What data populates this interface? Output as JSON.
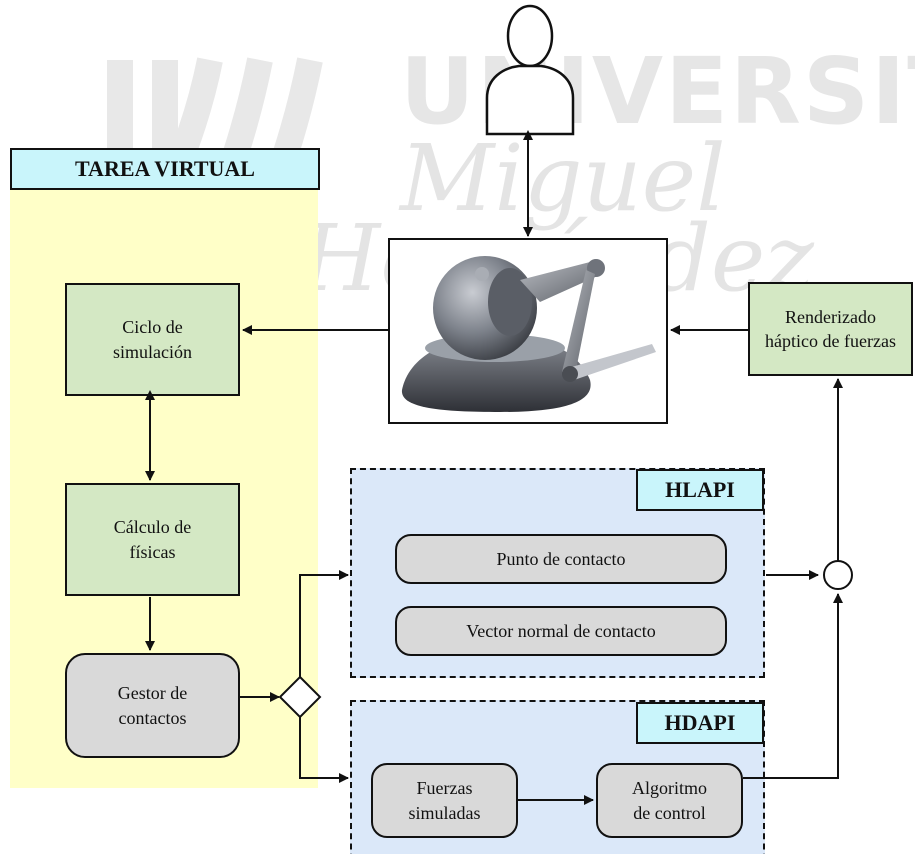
{
  "watermark": {
    "line1": "UNIVERSITAS",
    "line2": "Miguel",
    "line3": "Hernández"
  },
  "tarea_virtual": {
    "title": "TAREA VIRTUAL",
    "ciclo": [
      "Ciclo de",
      "simulación"
    ],
    "calculo": [
      "Cálculo de",
      "físicas"
    ],
    "gestor": [
      "Gestor de",
      "contactos"
    ]
  },
  "renderizado": [
    "Renderizado",
    "háptico de fuerzas"
  ],
  "hlapi": {
    "title": "HLAPI",
    "punto": "Punto de contacto",
    "vector": "Vector normal de contacto"
  },
  "hdapi": {
    "title": "HDAPI",
    "fuerzas": [
      "Fuerzas",
      "simuladas"
    ],
    "algoritmo": [
      "Algoritmo",
      "de control"
    ]
  },
  "colors": {
    "yellow_panel": "#ffffc8",
    "blue_panel": "#dbe8f9",
    "title_cyan": "#c9f5fb",
    "green_box": "#d4e8c4",
    "gray_box": "#d9d9d9"
  },
  "icons": [
    "user-icon",
    "haptic-device-image",
    "decision-diamond-icon",
    "sum-junction-icon",
    "university-logo-watermark"
  ]
}
